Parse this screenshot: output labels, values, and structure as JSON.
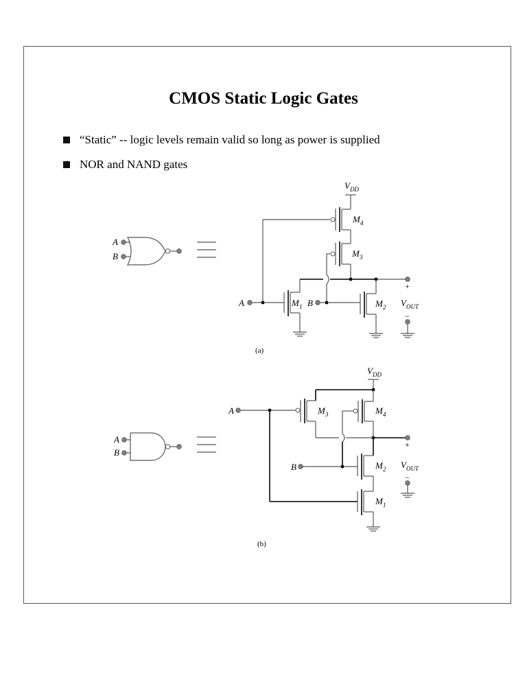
{
  "title": "CMOS Static Logic Gates",
  "bullets": [
    "“Static” -- logic levels remain valid so long as power is supplied",
    "NOR and NAND gates"
  ],
  "diagram_a": {
    "caption": "(a)",
    "inputs": [
      "A",
      "B"
    ],
    "transistors": [
      {
        "name": "M",
        "sub": "4"
      },
      {
        "name": "M",
        "sub": "3"
      },
      {
        "name": "M",
        "sub": "1"
      },
      {
        "name": "M",
        "sub": "2"
      }
    ],
    "vdd": {
      "name": "V",
      "sub": "DD"
    },
    "vout": {
      "name": "V",
      "sub": "OUT"
    },
    "plus": "+",
    "minus": "−"
  },
  "diagram_b": {
    "caption": "(b)",
    "inputs": [
      "A",
      "B"
    ],
    "transistors": [
      {
        "name": "M",
        "sub": "3"
      },
      {
        "name": "M",
        "sub": "4"
      },
      {
        "name": "M",
        "sub": "2"
      },
      {
        "name": "M",
        "sub": "1"
      }
    ],
    "vdd": {
      "name": "V",
      "sub": "DD"
    },
    "vout": {
      "name": "V",
      "sub": "OUT"
    },
    "plus": "+",
    "minus": "−"
  },
  "nor_symbol": {
    "inputs": [
      "A",
      "B"
    ]
  },
  "nand_symbol": {
    "inputs": [
      "A",
      "B"
    ]
  }
}
